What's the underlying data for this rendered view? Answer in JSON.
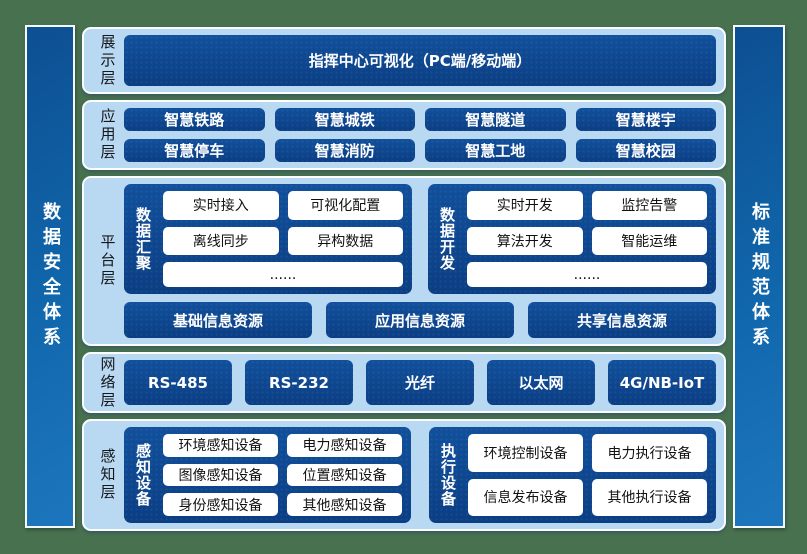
{
  "colors": {
    "background_green": "#48714f",
    "layer_light_blue": "#b9d8f2",
    "box_dark_blue": "#0c4288",
    "pillar_blue": "#1167ac",
    "white_box": "#ffffff"
  },
  "left_pillar": {
    "label": "数据安全体系"
  },
  "right_pillar": {
    "label": "标准规范体系"
  },
  "layers": [
    {
      "label": "展示层",
      "boxes": [
        "指挥中心可视化（PC端/移动端）"
      ]
    },
    {
      "label": "应用层",
      "boxes": [
        "智慧铁路",
        "智慧城铁",
        "智慧隧道",
        "智慧楼宇",
        "智慧停车",
        "智慧消防",
        "智慧工地",
        "智慧校园"
      ]
    },
    {
      "label": "平台层",
      "groups": [
        {
          "label": "数据汇聚",
          "items": [
            "实时接入",
            "可视化配置",
            "离线同步",
            "异构数据",
            "......"
          ]
        },
        {
          "label": "数据开发",
          "items": [
            "实时开发",
            "监控告警",
            "算法开发",
            "智能运维",
            "......"
          ]
        }
      ],
      "resources": [
        "基础信息资源",
        "应用信息资源",
        "共享信息资源"
      ]
    },
    {
      "label": "网络层",
      "boxes": [
        "RS-485",
        "RS-232",
        "光纤",
        "以太网",
        "4G/NB-IoT"
      ]
    },
    {
      "label": "感知层",
      "groups": [
        {
          "label": "感知设备",
          "items": [
            "环境感知设备",
            "电力感知设备",
            "图像感知设备",
            "位置感知设备",
            "身份感知设备",
            "其他感知设备"
          ]
        },
        {
          "label": "执行设备",
          "items": [
            "环境控制设备",
            "电力执行设备",
            "信息发布设备",
            "其他执行设备"
          ]
        }
      ]
    }
  ]
}
